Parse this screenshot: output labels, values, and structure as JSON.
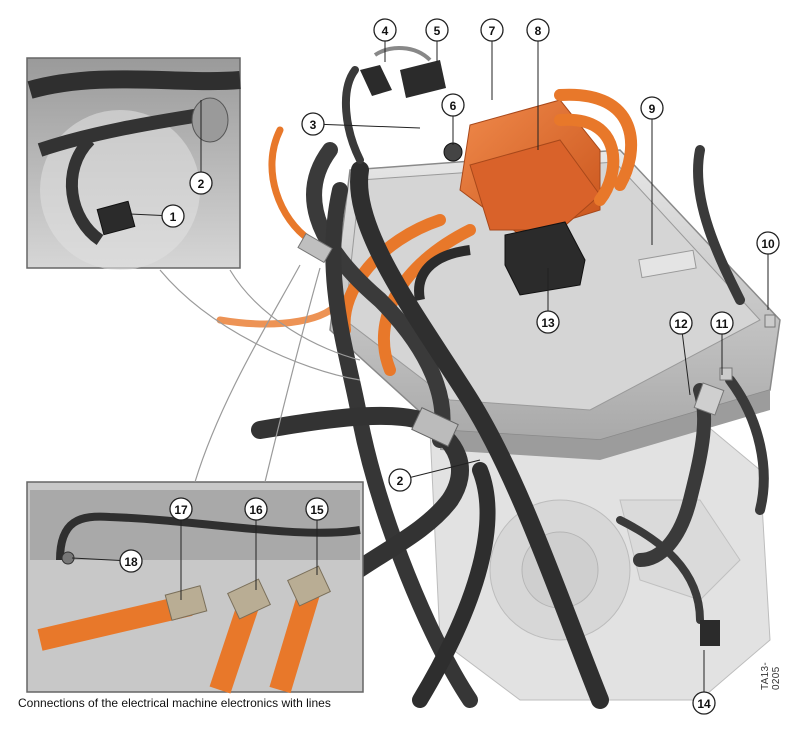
{
  "caption": "Connections of the electrical machine electronics with lines",
  "figure_code": "TA13-0205",
  "callouts": [
    "1",
    "2",
    "3",
    "4",
    "5",
    "6",
    "7",
    "8",
    "9",
    "10",
    "11",
    "12",
    "13",
    "14",
    "15",
    "16",
    "17",
    "18",
    "2"
  ],
  "colors": {
    "housing": "#c9c9c9",
    "hv_cable": "#e8782a",
    "cover": "#e06a2a",
    "hose": "#3a3a3a",
    "connector": "#2b2b2b"
  }
}
